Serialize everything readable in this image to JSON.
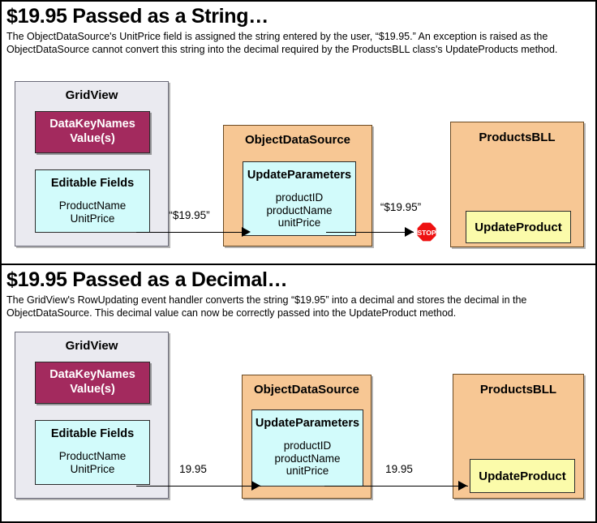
{
  "sections": [
    {
      "title": "$19.95 Passed as a String…",
      "description": "The ObjectDataSource's UnitPrice field is assigned the string entered by the user, “$19.95.” An exception is raised as the ObjectDataSource cannot convert this string into the decimal required by the ProductsBLL class's UpdateProducts method.",
      "gridview": {
        "title": "GridView",
        "datakey": {
          "line1": "DataKeyNames",
          "line2": "Value(s)"
        },
        "editable": {
          "title": "Editable Fields",
          "fields": "ProductName\nUnitPrice"
        }
      },
      "objectdatasource": {
        "title": "ObjectDataSource",
        "updateparameters": {
          "title": "UpdateParameters",
          "params": "productID\nproductName\nunitPrice"
        }
      },
      "productsbll": {
        "title": "ProductsBLL",
        "method": "UpdateProduct"
      },
      "edges": [
        {
          "label": "“$19.95”"
        },
        {
          "label": "“$19.95”"
        }
      ],
      "stop_sign": {
        "label": "STOP",
        "color": "#ee1111"
      }
    },
    {
      "title": "$19.95 Passed as a Decimal…",
      "description": "The GridView's RowUpdating event handler converts the string “$19.95” into a decimal and stores the decimal in the ObjectDataSource. This decimal value can now be correctly passed into the UpdateProduct method.",
      "gridview": {
        "title": "GridView",
        "datakey": {
          "line1": "DataKeyNames",
          "line2": "Value(s)"
        },
        "editable": {
          "title": "Editable Fields",
          "fields": "ProductName\nUnitPrice"
        }
      },
      "objectdatasource": {
        "title": "ObjectDataSource",
        "updateparameters": {
          "title": "UpdateParameters",
          "params": "productID\nproductName\nunitPrice"
        }
      },
      "productsbll": {
        "title": "ProductsBLL",
        "method": "UpdateProduct"
      },
      "edges": [
        {
          "label": "19.95"
        },
        {
          "label": "19.95"
        }
      ]
    }
  ],
  "colors": {
    "gridview_bg": "#eaeaf0",
    "orange_bg": "#f7c794",
    "cyan_bg": "#d2fbfb",
    "magenta_bg": "#a32a5e",
    "yellow_bg": "#fbfbaa",
    "stop_red": "#ee1111"
  }
}
